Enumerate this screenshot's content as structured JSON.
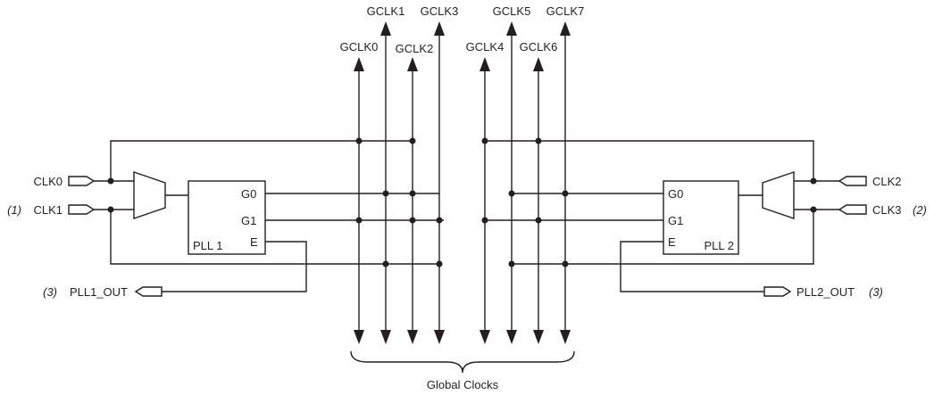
{
  "gclk": [
    "GCLK0",
    "GCLK1",
    "GCLK2",
    "GCLK3",
    "GCLK4",
    "GCLK5",
    "GCLK6",
    "GCLK7"
  ],
  "inputs": {
    "clk0": "CLK0",
    "clk1": "CLK1",
    "clk1_note": "(1)",
    "clk2": "CLK2",
    "clk3": "CLK3",
    "clk3_note": "(2)"
  },
  "pll1": {
    "name": "PLL 1",
    "g0": "G0",
    "g1": "G1",
    "e": "E"
  },
  "pll2": {
    "name": "PLL 2",
    "g0": "G0",
    "g1": "G1",
    "e": "E"
  },
  "outputs": {
    "pll1_out": "PLL1_OUT",
    "pll1_note": "(3)",
    "pll2_out": "PLL2_OUT",
    "pll2_note": "(3)"
  },
  "footer": "Global Clocks"
}
